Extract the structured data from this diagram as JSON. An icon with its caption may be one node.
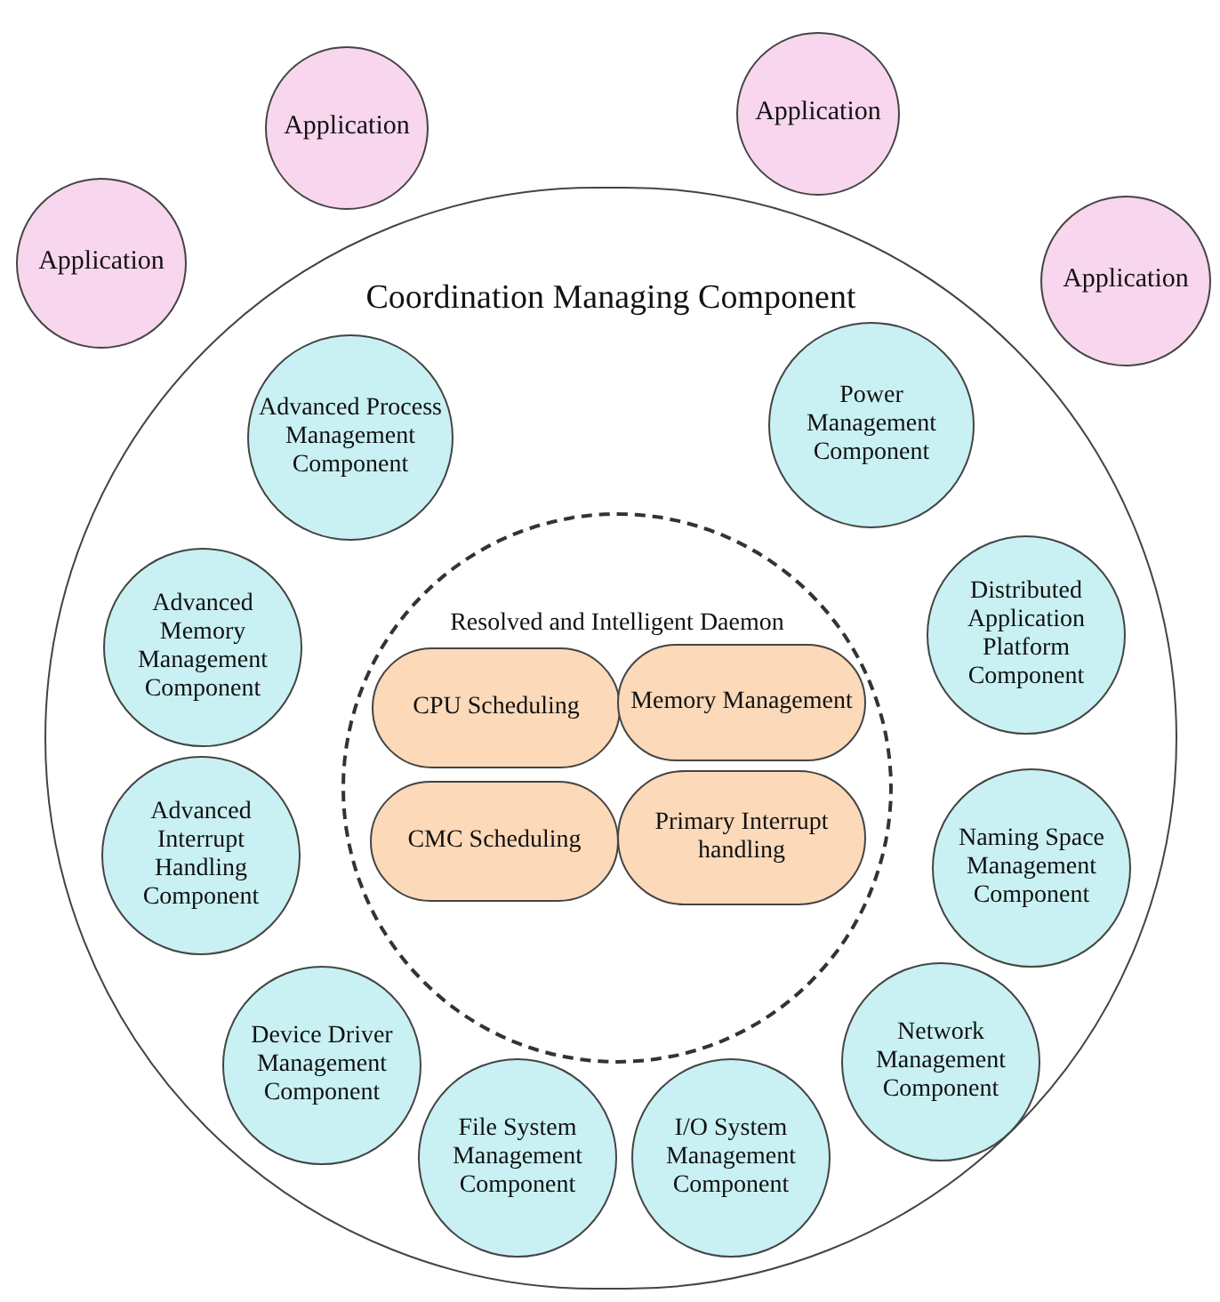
{
  "diagram": {
    "nodes": [
      {
        "text": [
          "Application"
        ]
      },
      {
        "text": [
          "Application"
        ]
      },
      {
        "text": [
          "Application"
        ]
      },
      {
        "text": [
          "Application"
        ]
      },
      {
        "text": [
          "Coordination Managing Component"
        ]
      },
      {
        "text": [
          "Advanced Process Management Component"
        ],
        "in": 4
      },
      {
        "text": [
          "Power Management Component"
        ],
        "in": 4
      },
      {
        "text": [
          "Resolved and Intelligent Daemon"
        ],
        "in": 4
      },
      {
        "text": [
          "CPU Scheduling"
        ],
        "in": 7
      },
      {
        "text": [
          "Memory Management"
        ],
        "in": 7
      },
      {
        "text": [
          "CMC Scheduling"
        ],
        "in": 7
      },
      {
        "text": [
          "Primary Interrupt handling"
        ],
        "in": 7
      },
      {
        "text": [
          "Advanced Memory Management Component"
        ],
        "in": 4
      },
      {
        "text": [
          "Distributed Application Platform Component"
        ],
        "in": 4
      },
      {
        "text": [
          "Advanced Interrupt Handling Component"
        ],
        "in": 4
      },
      {
        "text": [
          "Naming Space Management Component"
        ],
        "in": 4
      },
      {
        "text": [
          "Device Driver Management Component"
        ],
        "in": 4
      },
      {
        "text": [
          "Network Management Component"
        ],
        "in": 4
      },
      {
        "text": [
          "File System Management Component"
        ],
        "in": 4
      },
      {
        "text": [
          "I/O System Management Component"
        ],
        "in": 4
      }
    ],
    "edges": []
  }
}
